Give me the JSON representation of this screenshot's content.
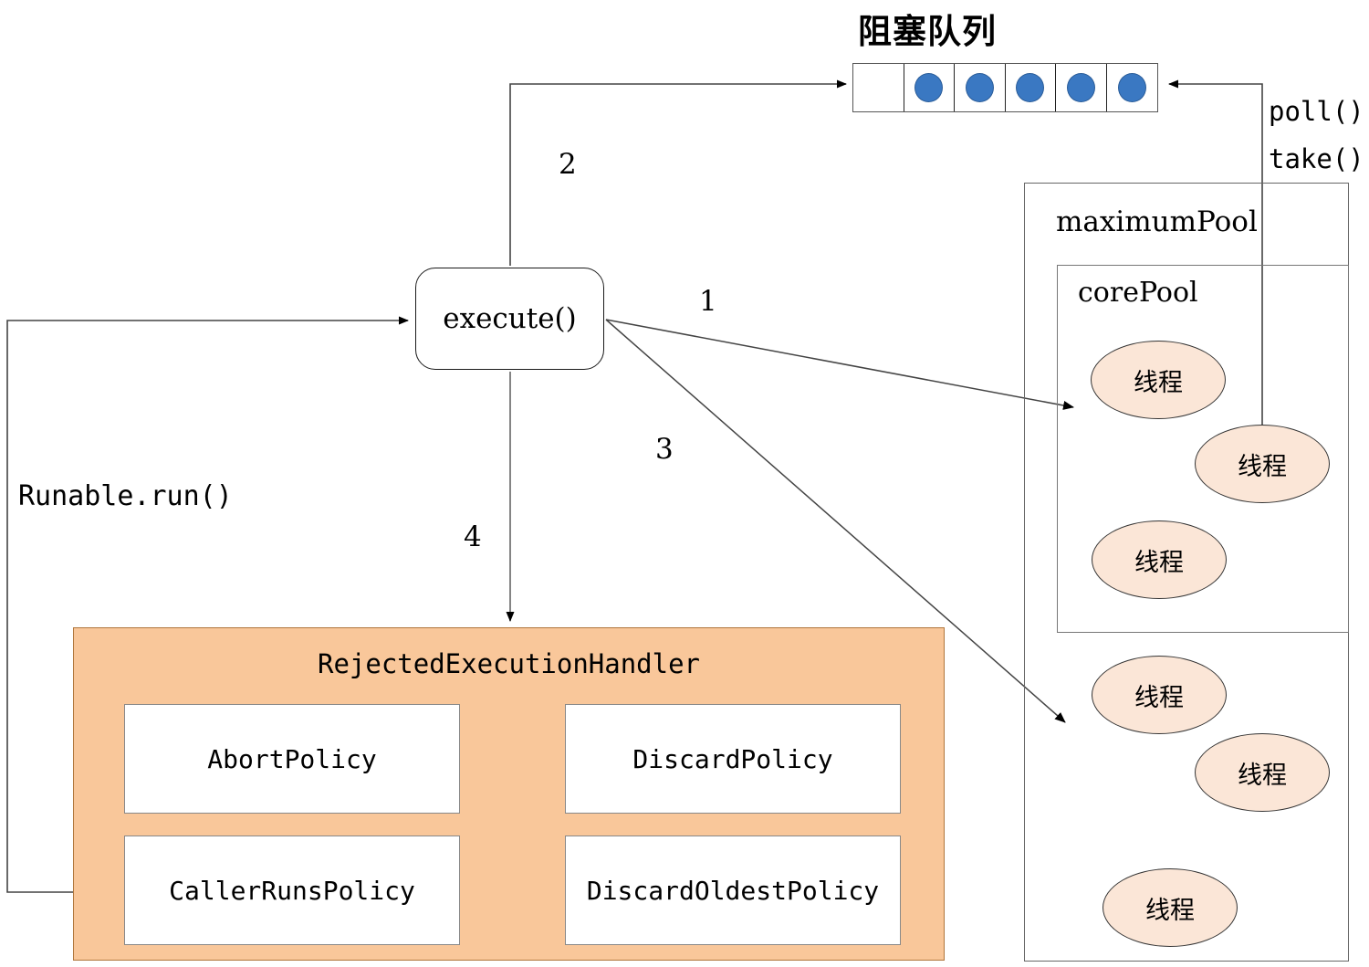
{
  "diagram": {
    "title": "Java ThreadPoolExecutor execute() flow",
    "queue": {
      "title": "阻塞队列",
      "cells": [
        {
          "filled": false
        },
        {
          "filled": true
        },
        {
          "filled": true
        },
        {
          "filled": true
        },
        {
          "filled": true
        },
        {
          "filled": true
        }
      ],
      "dot_color": "#3a78c2"
    },
    "execute": {
      "label": "execute()"
    },
    "pools": {
      "maximum_label": "maximumPool",
      "core_label": "corePool",
      "thread_label": "线程",
      "core_threads": [
        "线程",
        "线程",
        "线程"
      ],
      "overflow_threads": [
        "线程",
        "线程",
        "线程"
      ],
      "ellipse_color": "#fbe6d7"
    },
    "rejected": {
      "title": "RejectedExecutionHandler",
      "panel_color": "#f9c79a",
      "policies": [
        "AbortPolicy",
        "DiscardPolicy",
        "CallerRunsPolicy",
        "DiscardOldestPolicy"
      ]
    },
    "edges": {
      "step1": "1",
      "step2": "2",
      "step3": "3",
      "step4": "4",
      "poll": "poll()",
      "take": "take()",
      "runable": "Runable.run()"
    }
  }
}
